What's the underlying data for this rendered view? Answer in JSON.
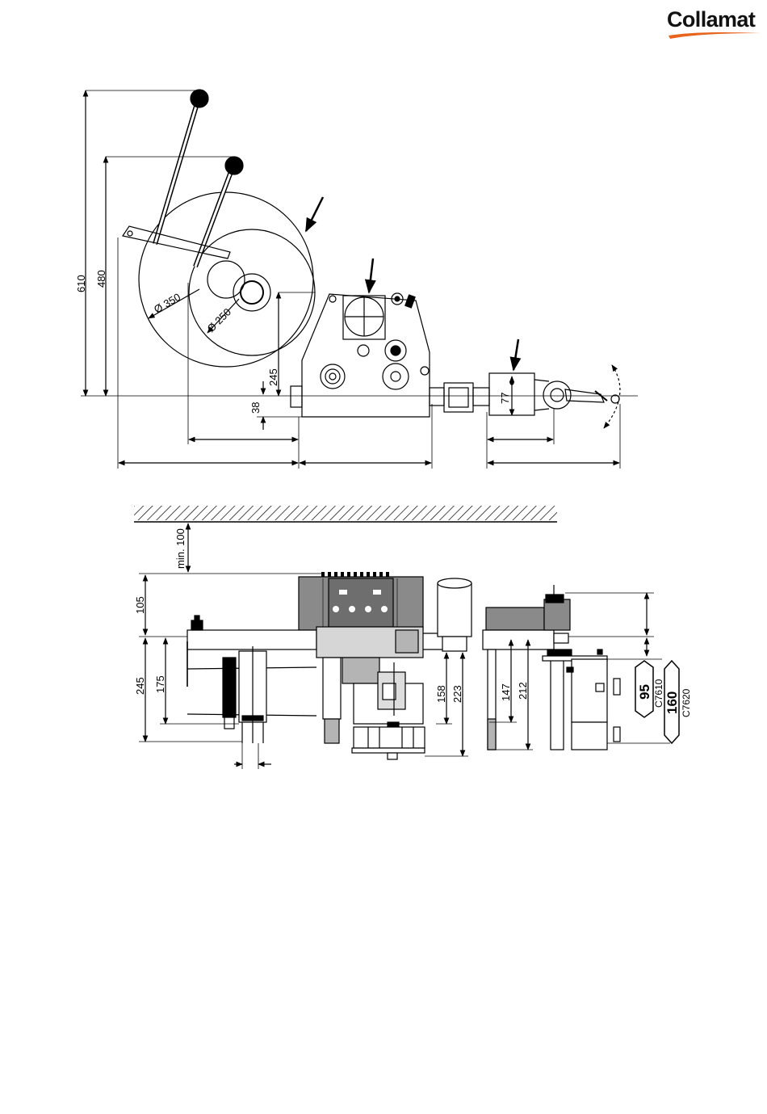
{
  "brand": {
    "name": "Collamat",
    "swoosh_color": "#e8641e"
  },
  "side_view": {
    "dim_height_long_lever": "610",
    "dim_height_short_lever": "480",
    "dim_large_roll_diameter": "Ø 350",
    "dim_small_roll_diameter": "Ø 250",
    "dim_axis_height": "245",
    "dim_base_offset": "38",
    "dim_applicator_height": "77"
  },
  "front_view": {
    "dim_min_clearance": "min. 100",
    "dim_top_block": "105",
    "dim_total_height": "245",
    "dim_roll_height": "175",
    "dim_nozzle_short": "158",
    "dim_nozzle_long": "223",
    "dim_head_short": "147",
    "dim_head_long": "212",
    "model_small_value": "95",
    "model_small_name": "C7610",
    "model_large_value": "160",
    "model_large_name": "C7620"
  }
}
